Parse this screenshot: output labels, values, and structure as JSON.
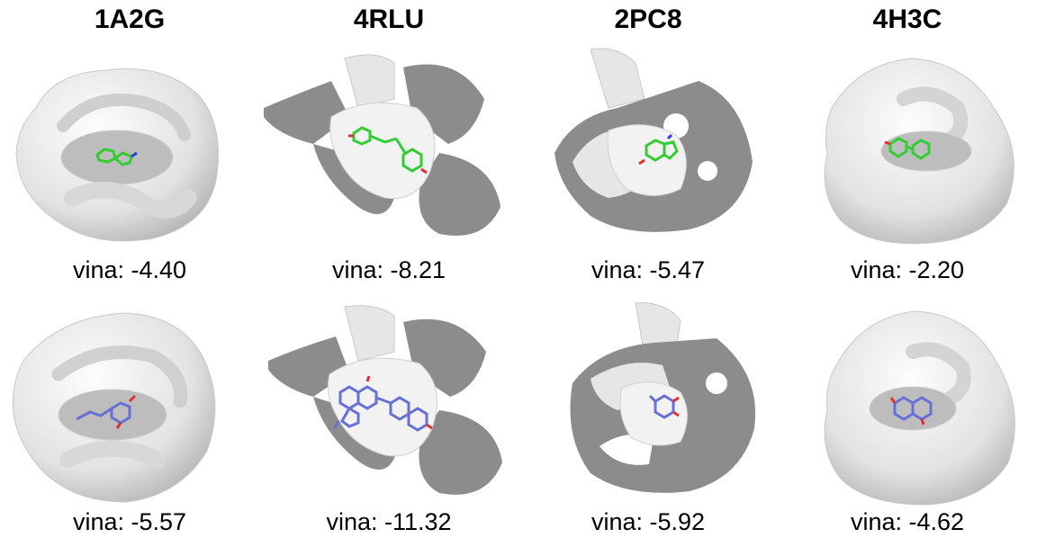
{
  "columns": [
    {
      "title": "1A2G",
      "top_score": "vina: -4.40",
      "bottom_score": "vina: -5.57"
    },
    {
      "title": "4RLU",
      "top_score": "vina: -8.21",
      "bottom_score": "vina: -11.32"
    },
    {
      "title": "2PC8",
      "top_score": "vina: -5.47",
      "bottom_score": "vina: -5.92"
    },
    {
      "title": "4H3C",
      "top_score": "vina: -2.20",
      "bottom_score": "vina: -4.62"
    }
  ],
  "colors": {
    "surface": "#e6e6e6",
    "cut_section": "#8c8c8c",
    "ligand_top": "#33cc33",
    "ligand_bottom": "#6670d6",
    "oxygen": "#e03030",
    "nitrogen": "#2f3fd8"
  }
}
